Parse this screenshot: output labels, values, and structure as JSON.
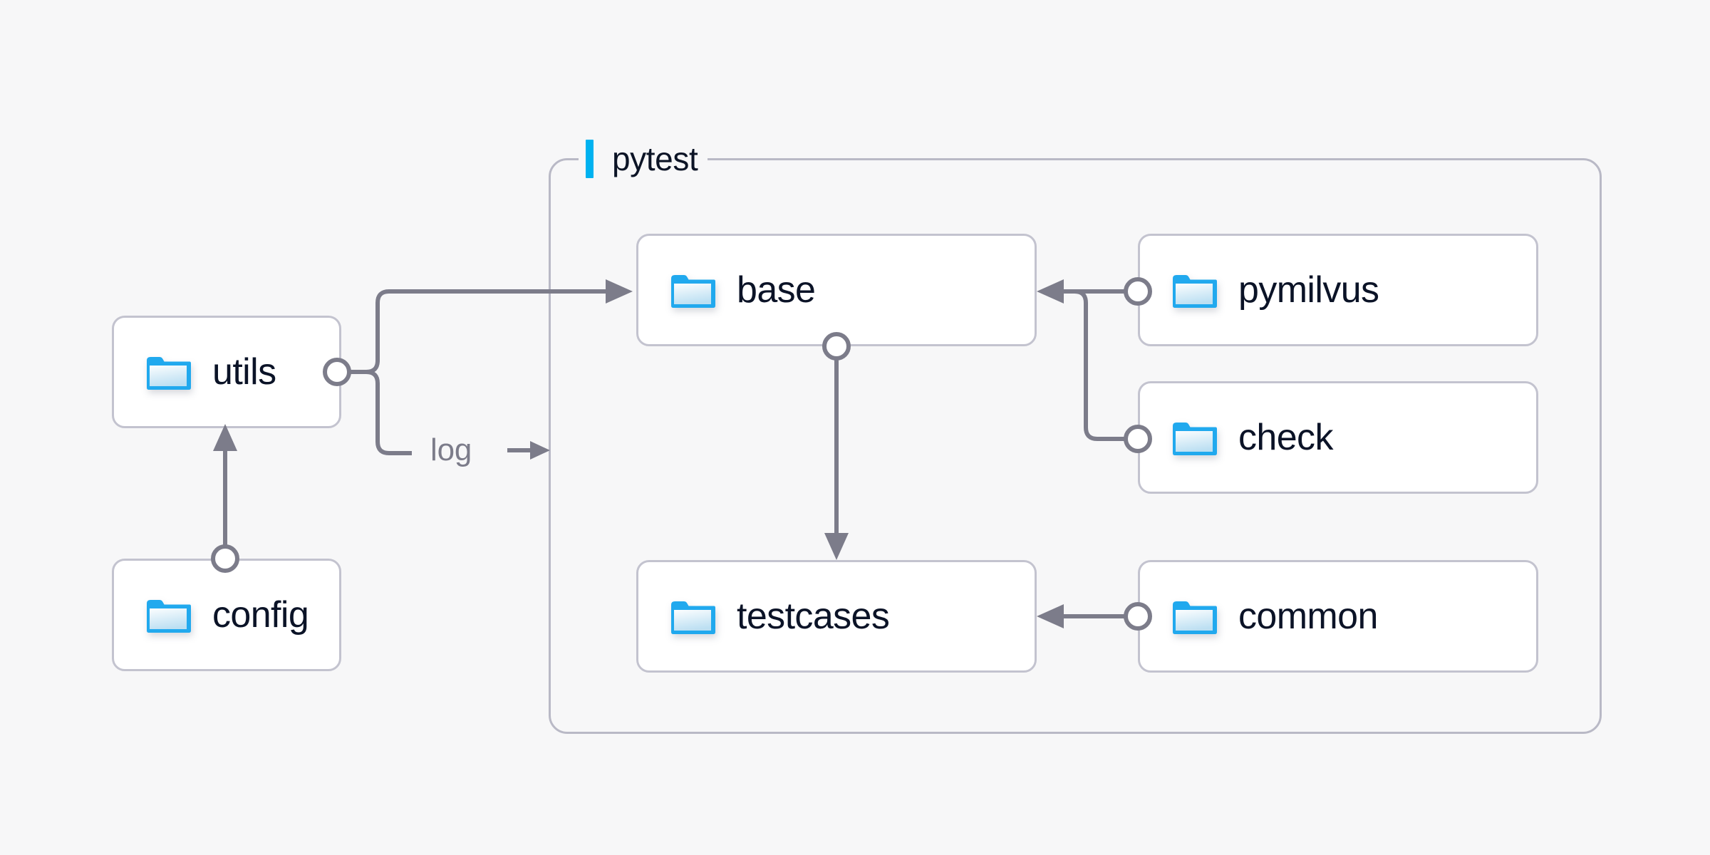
{
  "diagram": {
    "title_visible": false,
    "background_color": "#f7f7f8",
    "accent_color": "#00b2f0",
    "node_border_color": "#c3c3cf",
    "edge_color": "#7c7c8a",
    "text_color": "#0b1327"
  },
  "group": {
    "label": "pytest",
    "bar_color": "#00b2f0",
    "border_color": "#b9b9c6"
  },
  "nodes": [
    {
      "id": "utils",
      "label": "utils",
      "icon": "folder-icon"
    },
    {
      "id": "config",
      "label": "config",
      "icon": "folder-icon"
    },
    {
      "id": "base",
      "label": "base",
      "icon": "folder-icon"
    },
    {
      "id": "testcases",
      "label": "testcases",
      "icon": "folder-icon"
    },
    {
      "id": "pymilvus",
      "label": "pymilvus",
      "icon": "folder-icon"
    },
    {
      "id": "check",
      "label": "check",
      "icon": "folder-icon"
    },
    {
      "id": "common",
      "label": "common",
      "icon": "folder-icon"
    }
  ],
  "edges": [
    {
      "id": "config-utils",
      "from": "config",
      "to": "utils",
      "label": ""
    },
    {
      "id": "utils-base",
      "from": "utils",
      "to": "base",
      "label": ""
    },
    {
      "id": "utils-pytest-log",
      "from": "utils",
      "to": "pytest",
      "label": "log"
    },
    {
      "id": "base-testcases",
      "from": "base",
      "to": "testcases",
      "label": ""
    },
    {
      "id": "pymilvus-base",
      "from": "pymilvus",
      "to": "base",
      "label": ""
    },
    {
      "id": "check-base",
      "from": "check",
      "to": "base",
      "label": ""
    },
    {
      "id": "common-testcases",
      "from": "common",
      "to": "testcases",
      "label": ""
    }
  ]
}
